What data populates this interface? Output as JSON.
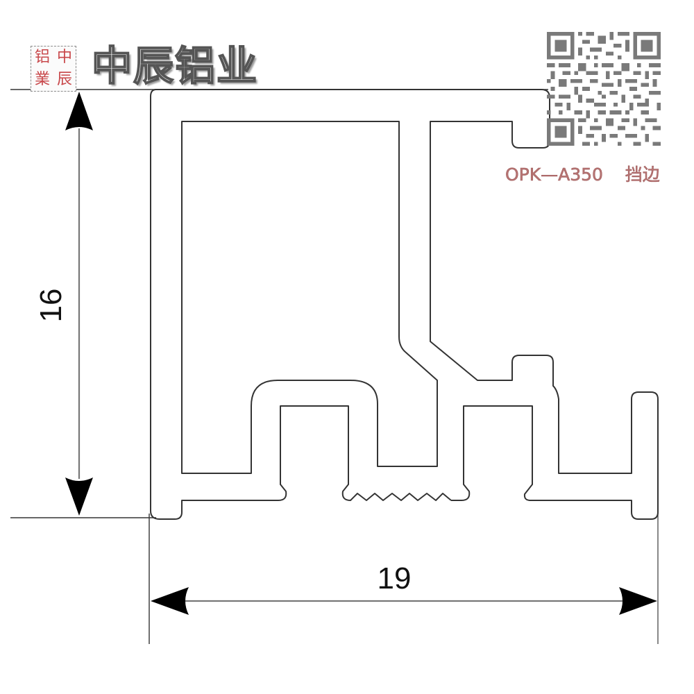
{
  "brand": {
    "stamp_chars": [
      "铝",
      "中",
      "業",
      "辰"
    ],
    "title": "中辰铝业",
    "stamp_color": "#c8474a"
  },
  "product": {
    "model": "OPK—A350",
    "name": "挡边",
    "label_color": "#b97675"
  },
  "qr_code": {
    "icon": "qr-code-icon",
    "color": "#7a7a7a"
  },
  "drawing": {
    "type": "aluminum extrusion profile cross-section",
    "dimensions": {
      "height": "16",
      "width": "19"
    },
    "line_color": "#333333"
  }
}
